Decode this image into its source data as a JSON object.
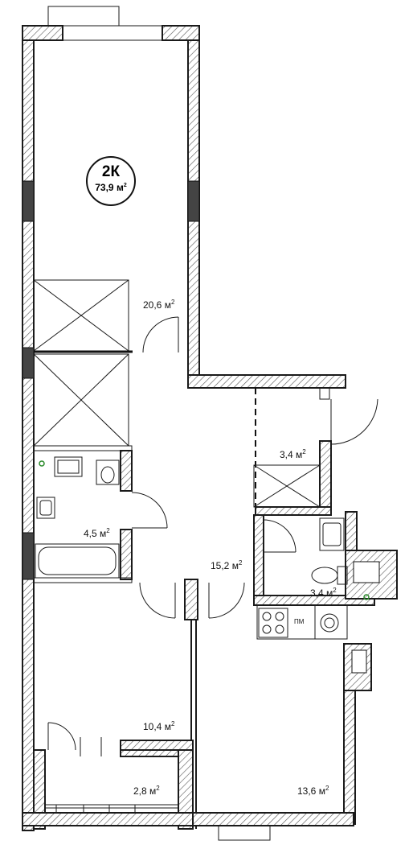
{
  "apartment": {
    "type": "2К",
    "area_value": "73,9 м",
    "area_exp": "2"
  },
  "rooms": [
    {
      "id": "living-room",
      "area": "20,6 м",
      "exp": "2"
    },
    {
      "id": "bathroom",
      "area": "4,5 м",
      "exp": "2"
    },
    {
      "id": "storage",
      "area": "3,4 м",
      "exp": "2"
    },
    {
      "id": "hallway",
      "area": "15,2 м",
      "exp": "2"
    },
    {
      "id": "toilet",
      "area": "3,4 м",
      "exp": "2"
    },
    {
      "id": "bedroom",
      "area": "10,4 м",
      "exp": "2"
    },
    {
      "id": "loggia",
      "area": "2,8 м",
      "exp": "2"
    },
    {
      "id": "kitchen",
      "area": "13,6 м",
      "exp": "2"
    }
  ],
  "appliances": {
    "dishwasher_label": "ПМ"
  }
}
